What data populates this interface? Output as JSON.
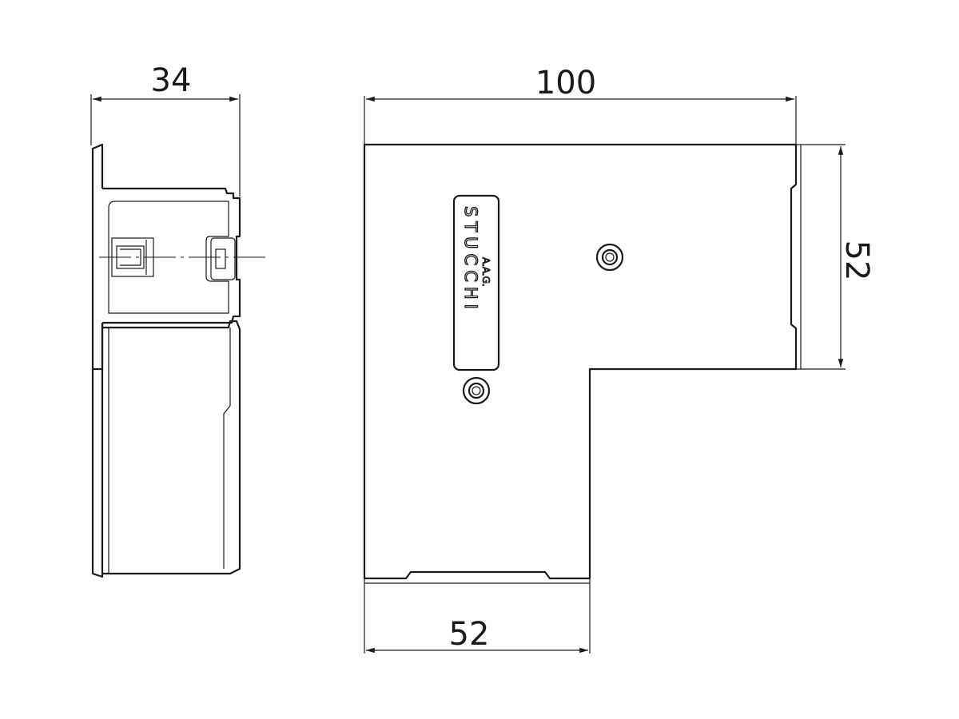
{
  "dimensions": {
    "side_width": "34",
    "front_width": "100",
    "front_height": "52",
    "front_bottom_width": "52"
  },
  "logo": {
    "brand": "STUCCHI",
    "initials": "A.A.G."
  },
  "colors": {
    "line": "#1a1a1a",
    "background": "#ffffff"
  }
}
